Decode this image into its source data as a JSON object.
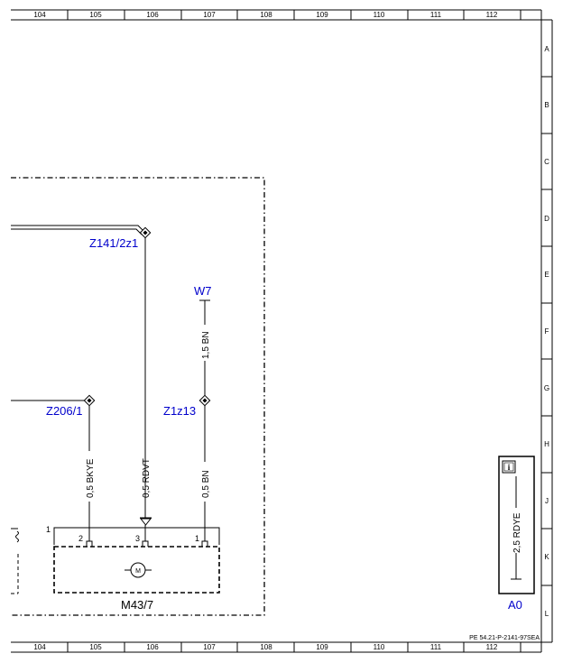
{
  "columns": [
    "104",
    "105",
    "106",
    "107",
    "108",
    "109",
    "110",
    "111",
    "112"
  ],
  "rows": [
    "A",
    "B",
    "C",
    "D",
    "E",
    "F",
    "G",
    "H",
    "J",
    "K",
    "L"
  ],
  "refs": {
    "z141": "Z141/2z1",
    "w7": "W7",
    "z206": "Z206/1",
    "z1z13": "Z1z13",
    "a0": "A0"
  },
  "wires": {
    "w_bkye": "0,5 BKYE",
    "w_rdvt": "0,5 RDVT",
    "w_bn05": "0,5 BN",
    "w_bn15": "1,5 BN",
    "w_rdye": "2,5 RDYE"
  },
  "connector": {
    "label": "1",
    "pin2": "2",
    "pin3": "3",
    "pin1": "1"
  },
  "component": {
    "name": "M43/7",
    "motor_letter": "M"
  },
  "info_icon": "i",
  "doc_id": "PE 54.21-P-2141-97SEA",
  "colors": {
    "ref": "#0000cc",
    "line": "#000000"
  }
}
